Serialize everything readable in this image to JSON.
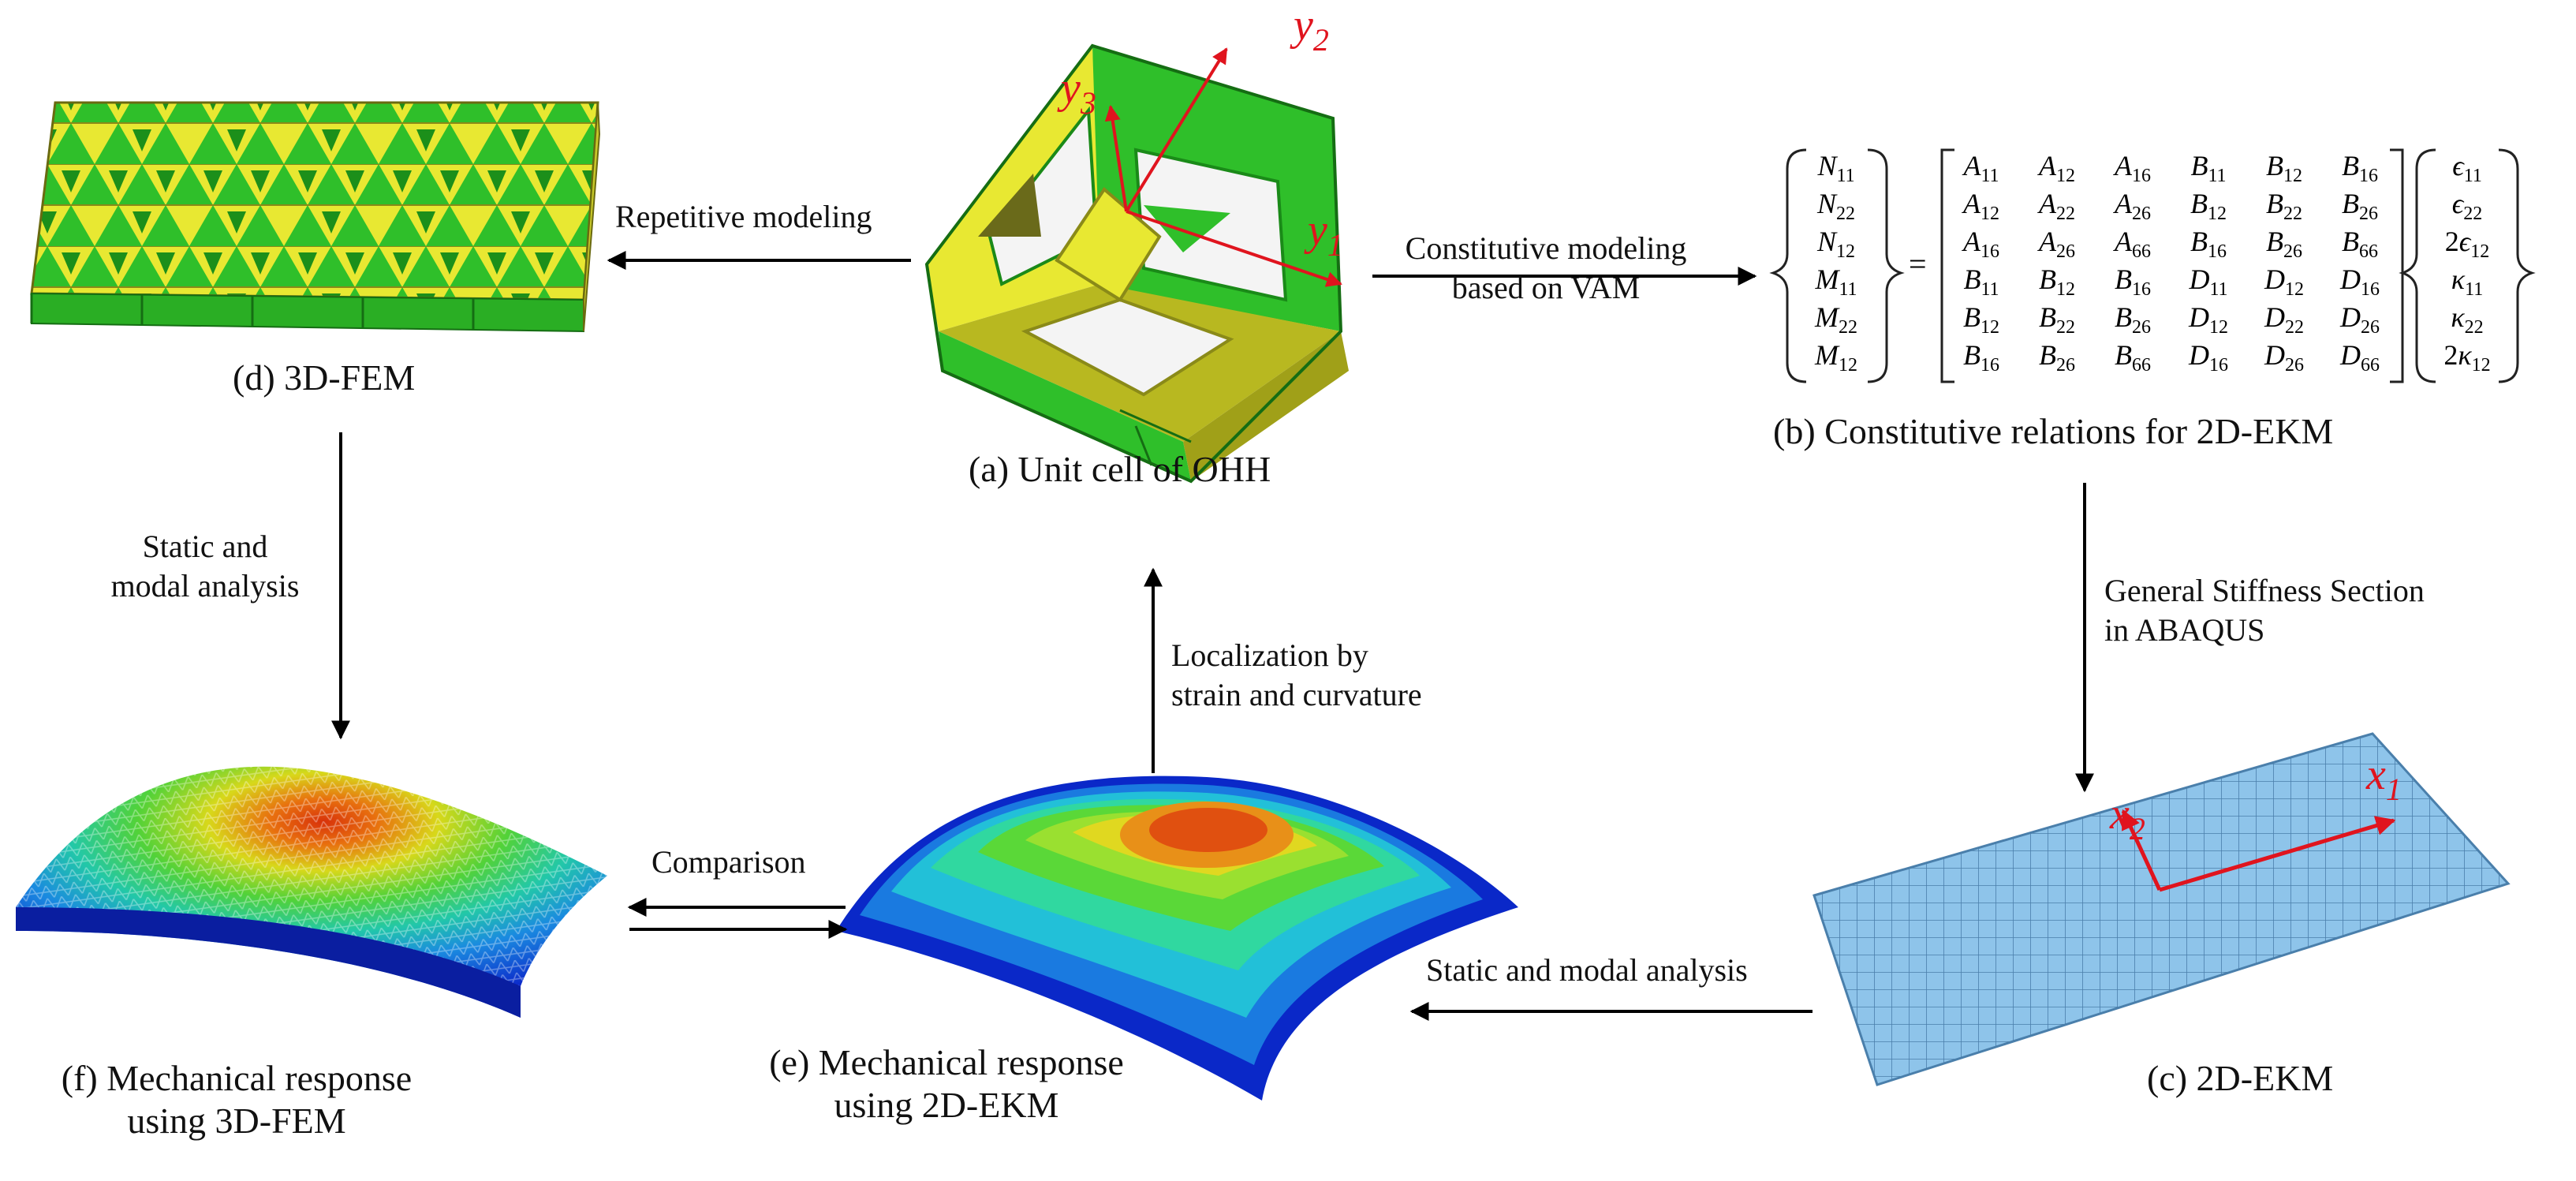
{
  "captions": {
    "a": "(a) Unit cell of OHH",
    "b": "(b) Constitutive relations for 2D-EKM",
    "c": "(c) 2D-EKM",
    "d": "(d) 3D-FEM",
    "e_line1": "(e) Mechanical response",
    "e_line2": "using 2D-EKM",
    "f_line1": "(f) Mechanical response",
    "f_line2": "using 3D-FEM"
  },
  "arrows": {
    "repetitive": "Repetitive modeling",
    "constitutive_line1": "Constitutive modeling",
    "constitutive_line2": "based on VAM",
    "static_modal_d_line1": "Static and",
    "static_modal_d_line2": "modal analysis",
    "general_line1": "General Stiffness Section",
    "general_line2": "in ABAQUS",
    "static_modal_c": "Static and modal analysis",
    "localization_line1": "Localization by",
    "localization_line2": "strain  and curvature",
    "comparison": "Comparison"
  },
  "axes": {
    "y1": "y",
    "y1_sub": "1",
    "y2": "y",
    "y2_sub": "2",
    "y3": "y",
    "y3_sub": "3",
    "x1": "x",
    "x1_sub": "1",
    "x2": "x",
    "x2_sub": "2"
  },
  "equation": {
    "lhs": [
      "N11",
      "N22",
      "N12",
      "M11",
      "M22",
      "M12"
    ],
    "matrix": [
      [
        "A11",
        "A12",
        "A16",
        "B11",
        "B12",
        "B16"
      ],
      [
        "A12",
        "A22",
        "A26",
        "B12",
        "B22",
        "B26"
      ],
      [
        "A16",
        "A26",
        "A66",
        "B16",
        "B26",
        "B66"
      ],
      [
        "B11",
        "B12",
        "B16",
        "D11",
        "D12",
        "D16"
      ],
      [
        "B12",
        "B22",
        "B26",
        "D12",
        "D22",
        "D26"
      ],
      [
        "B16",
        "B26",
        "B66",
        "D16",
        "D26",
        "D66"
      ]
    ],
    "rhs": [
      "ϵ11",
      "ϵ22",
      "2ϵ12",
      "κ11",
      "κ22",
      "2κ12"
    ],
    "equals": "="
  },
  "colors": {
    "axis_red": "#e0141e",
    "green_light": "#3fd83a",
    "green_dark": "#1fa51d",
    "yellow": "#e8e832",
    "yellow_dark": "#a8a820",
    "mesh_blue": "#8ec4ea",
    "mesh_line": "#4a7fab",
    "arrow": "#000000"
  }
}
